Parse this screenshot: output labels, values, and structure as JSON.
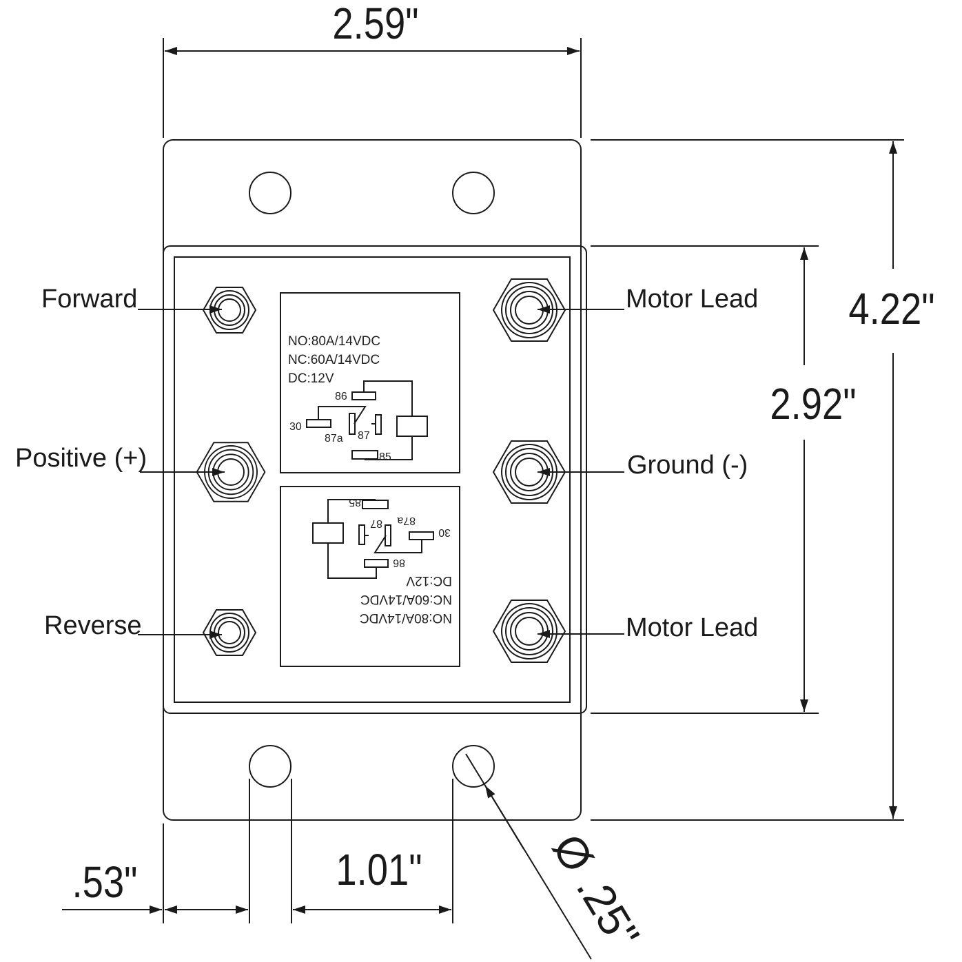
{
  "dimensions": {
    "width": "2.59\"",
    "height_total": "4.22\"",
    "height_housing": "2.92\"",
    "edge_to_hole": ".53\"",
    "hole_spacing": "1.01\"",
    "hole_diameter": "Ø .25\""
  },
  "terminals": {
    "forward": "Forward",
    "positive": "Positive (+)",
    "reverse": "Reverse",
    "motor_lead_top": "Motor Lead",
    "ground": "Ground (-)",
    "motor_lead_bottom": "Motor Lead"
  },
  "relay": {
    "no_rating": "NO:80A/14VDC",
    "nc_rating": "NC:60A/14VDC",
    "coil_voltage": "DC:12V",
    "pins": {
      "p86": "86",
      "p30": "30",
      "p87a": "87a",
      "p87": "87",
      "p85": "85"
    }
  }
}
